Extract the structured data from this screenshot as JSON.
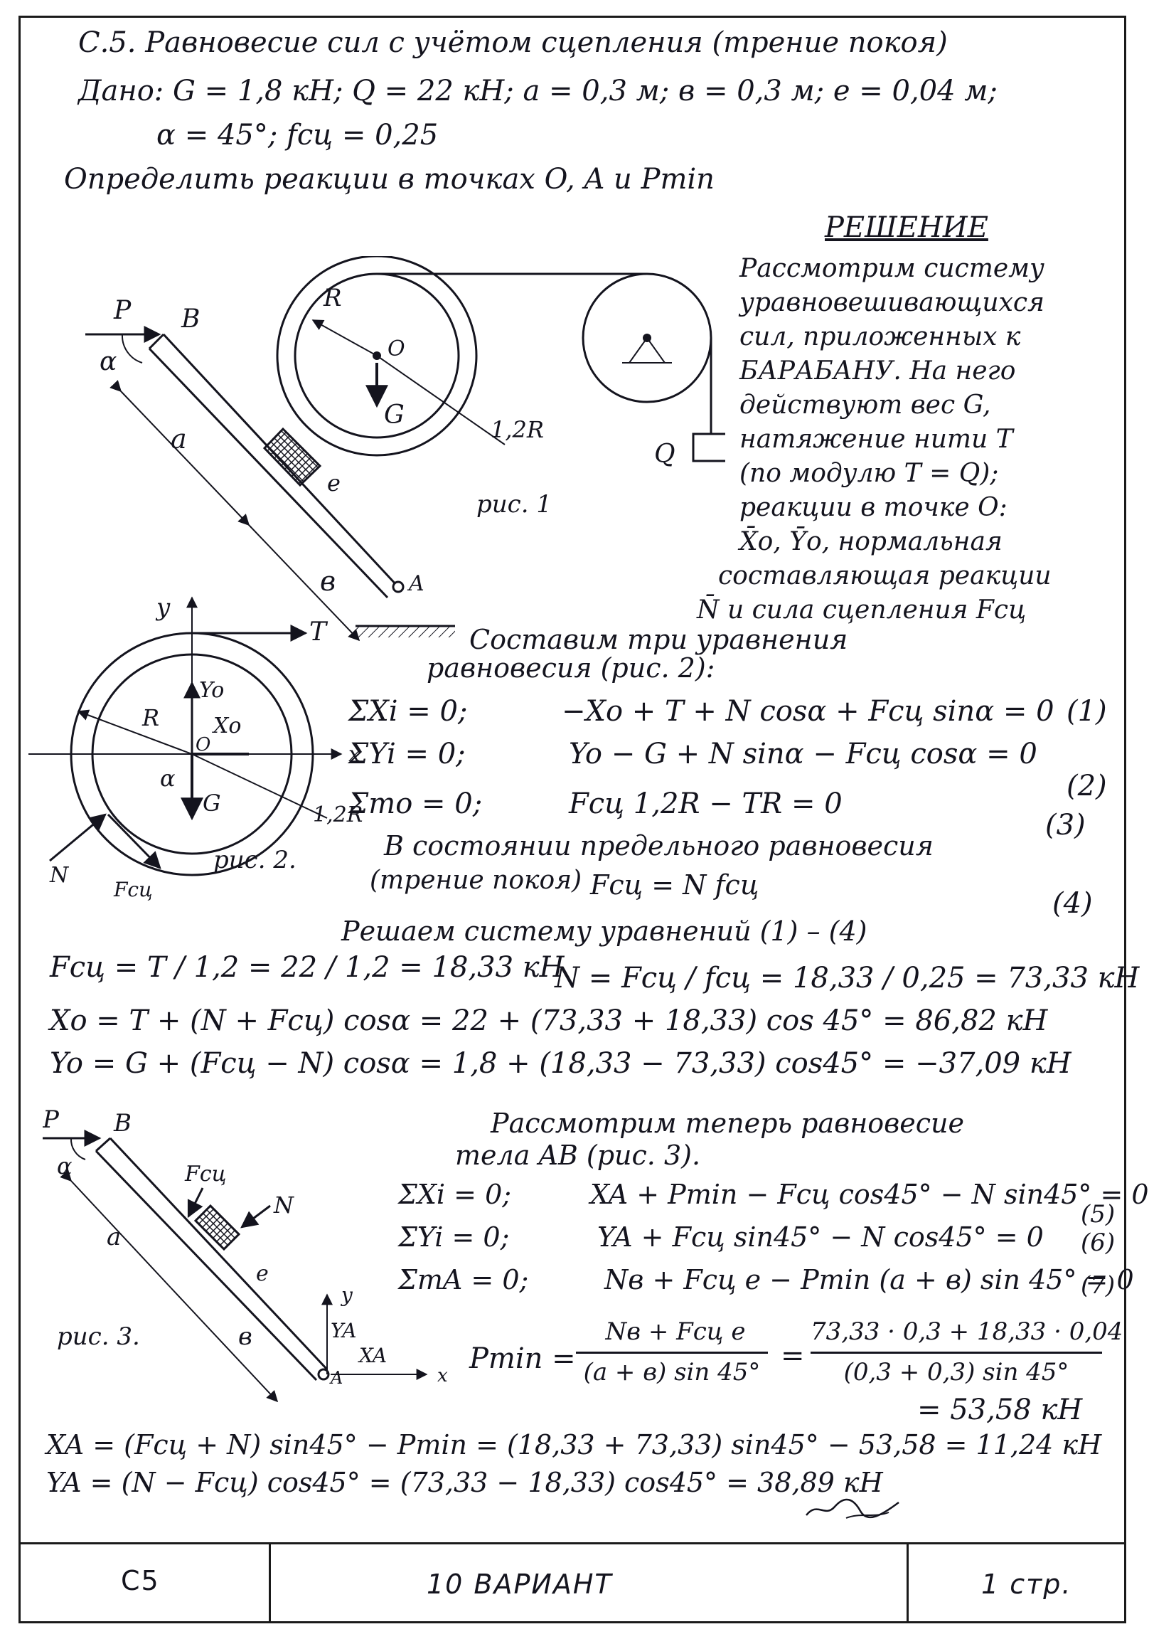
{
  "header": {
    "title": "С.5. Равновесие сил с учётом сцепления (трение покоя)",
    "given": "Дано: G = 1,8 кН;  Q = 22 кН;  a = 0,3 м;  в = 0,3 м;  e = 0,04 м;",
    "given2": "α = 45°;   fсц = 0,25",
    "task": "Определить реакции в точках O, A и Pmin"
  },
  "solution": {
    "heading": "РЕШЕНИЕ",
    "paragraph": [
      "Рассмотрим систему",
      "уравновешивающихся",
      "сил, приложенных к",
      "БАРАБАНУ. На него",
      "действуют вес G,",
      "натяжение нити T",
      "(по модулю T = Q);",
      "реакции в точке O:",
      "X̄o, Ȳo, нормальная",
      "составляющая реакции",
      "N̄ и сила сцепления Fсц"
    ],
    "compose": "Составим три уравнения",
    "compose2": "равновесия (рис. 2):",
    "limit_state": "В состоянии предельного равновесия",
    "limit_state2": "(трение покоя)",
    "friction_law": "Fсц = N fсц",
    "solve_heading": "Решаем систему уравнений (1) – (4)",
    "body_heading": "Рассмотрим теперь равновесие",
    "body_heading2": "тела AB (рис. 3)."
  },
  "equations": {
    "eq1_left": "ΣXi = 0;",
    "eq1_right": "−Xo + T + N cosα + Fсц sinα = 0",
    "eq1_num": "(1)",
    "eq2_left": "ΣYi = 0;",
    "eq2_right": "Yo − G + N sinα − Fсц cosα = 0",
    "eq2_num": "(2)",
    "eq3_left": "Σmo = 0;",
    "eq3_right": "Fсц 1,2R − TR = 0",
    "eq3_num": "(3)",
    "eq4_num": "(4)",
    "res_f": "Fсц = T / 1,2 = 22 / 1,2 = 18,33 кН",
    "res_n": "N = Fсц / fсц = 18,33 / 0,25 = 73,33 кН",
    "res_x": "Xo = T + (N + Fсц) cosα = 22 + (73,33 + 18,33) cos 45° = 86,82 кН",
    "res_y": "Yo = G + (Fсц − N) cosα = 1,8 + (18,33 − 73,33) cos45° = −37,09 кН",
    "eq5_left": "ΣXi = 0;",
    "eq5_right": "XA + Pmin − Fсц cos45° − N sin45° = 0",
    "eq5_num": "(5)",
    "eq6_left": "ΣYi = 0;",
    "eq6_right": "YA + Fсц sin45° − N cos45° = 0",
    "eq6_num": "(6)",
    "eq7_left": "ΣmA = 0;",
    "eq7_right": "Nв + Fсц e − Pmin (a + в) sin 45° = 0",
    "eq7_num": "(7)",
    "pmin_lhs": "Pmin =",
    "pmin_num": "Nв + Fсц e",
    "pmin_den": "(a + в) sin 45°",
    "pmin_eq": "=",
    "pmin_num2": "73,33 · 0,3 + 18,33 · 0,04",
    "pmin_den2": "(0,3 + 0,3) sin 45°",
    "pmin_result": "= 53,58 кН",
    "res_xa": "XA = (Fсц + N) sin45° − Pmin = (18,33 + 73,33) sin45° − 53,58 = 11,24 кН",
    "res_ya": "YA = (N − Fсц) cos45° = (73,33 − 18,33) cos45° = 38,89 кН"
  },
  "figures": {
    "fig1": {
      "caption": "рис. 1",
      "labels": {
        "P": "P",
        "B": "B",
        "alpha": "α",
        "a": "a",
        "b": "в",
        "e": "e",
        "A": "A",
        "R": "R",
        "O": "O",
        "G": "G",
        "R12": "1,2R",
        "Q": "Q"
      }
    },
    "fig2": {
      "caption": "рис. 2.",
      "labels": {
        "y": "y",
        "x": "x",
        "T": "T",
        "Yo": "Yo",
        "Xo": "Xo",
        "R": "R",
        "O": "O",
        "alpha": "α",
        "G": "G",
        "R12": "1,2R",
        "N": "N",
        "F": "Fсц"
      }
    },
    "fig3": {
      "caption": "рис. 3.",
      "labels": {
        "P": "P",
        "B": "B",
        "alpha": "α",
        "F": "Fсц",
        "N": "N",
        "a": "a",
        "b": "в",
        "e": "e",
        "y": "y",
        "YA": "YA",
        "XA": "XA",
        "A": "A",
        "x": "x"
      }
    }
  },
  "stamp": {
    "code": "C5",
    "variant": "10 ВАРИАНТ",
    "page": "1 стр."
  }
}
